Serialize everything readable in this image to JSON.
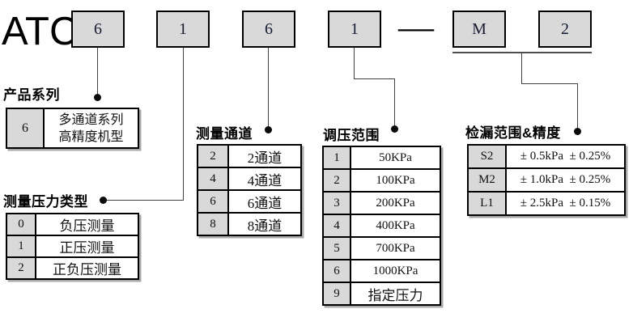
{
  "model_code": {
    "prefix": "ATC",
    "separator": "—",
    "segments": [
      "6",
      "1",
      "6",
      "1",
      "M",
      "2"
    ]
  },
  "sections": [
    {
      "label": "产品系列",
      "rows": [
        {
          "key": "6",
          "value": "多通道系列\n高精度机型"
        }
      ]
    },
    {
      "label": "测量压力类型",
      "rows": [
        {
          "key": "0",
          "value": "负压测量"
        },
        {
          "key": "1",
          "value": "正压测量"
        },
        {
          "key": "2",
          "value": "正负压测量"
        }
      ]
    },
    {
      "label": "测量通道",
      "rows": [
        {
          "key": "2",
          "value": "2通道"
        },
        {
          "key": "4",
          "value": "4通道"
        },
        {
          "key": "6",
          "value": "6通道"
        },
        {
          "key": "8",
          "value": "8通道"
        }
      ]
    },
    {
      "label": "调压范围",
      "rows": [
        {
          "key": "1",
          "value": "50KPa"
        },
        {
          "key": "2",
          "value": "100KPa"
        },
        {
          "key": "3",
          "value": "200KPa"
        },
        {
          "key": "4",
          "value": "400KPa"
        },
        {
          "key": "5",
          "value": "700KPa"
        },
        {
          "key": "6",
          "value": "1000KPa"
        },
        {
          "key": "9",
          "value": "指定压力"
        }
      ]
    },
    {
      "label": "检漏范围&精度",
      "rows": [
        {
          "key": "S2",
          "value": "± 0.5kPa  ± 0.25%"
        },
        {
          "key": "M2",
          "value": "± 1.0kPa  ± 0.25%"
        },
        {
          "key": "L1",
          "value": "± 2.5kPa  ± 0.15%"
        }
      ]
    }
  ],
  "colors": {
    "box_fill": "#d9d9d9",
    "key_cell_fill": "#d9d9d9",
    "border": "#000000",
    "connector": "#404040",
    "table_shadow": "#a9a9a9"
  }
}
